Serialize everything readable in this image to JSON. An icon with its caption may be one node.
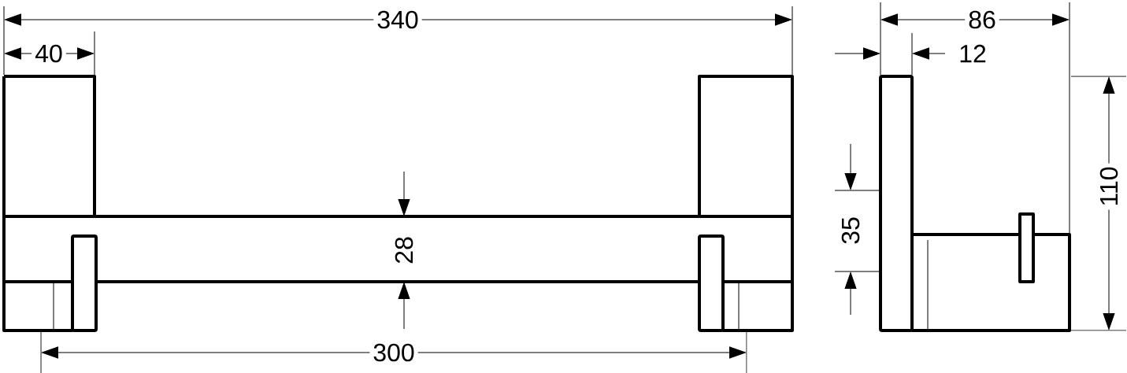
{
  "diagram": {
    "labels": [
      "340",
      "86",
      "40",
      "12",
      "110",
      "35",
      "28",
      "300"
    ]
  }
}
